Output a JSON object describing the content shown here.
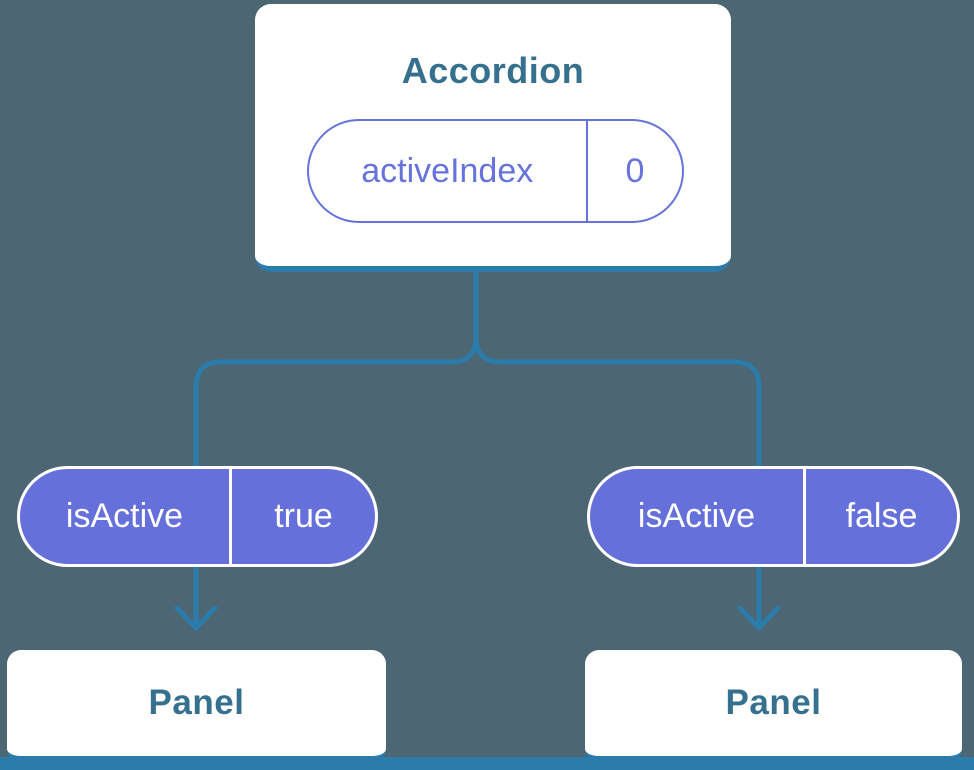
{
  "colors": {
    "background": "#4D6673",
    "connector_blue": "#2B7BAB",
    "node_bg": "#FFFFFF",
    "node_title_text": "#35718F",
    "prop_pill_purple": "#6570DB",
    "state_pill_purple": "#6673DC",
    "prop_pill_text": "#FFFFFF"
  },
  "diagram": {
    "parent": {
      "title": "Accordion",
      "state": {
        "name": "activeIndex",
        "value": "0"
      }
    },
    "props": {
      "left": {
        "name": "isActive",
        "value": "true"
      },
      "right": {
        "name": "isActive",
        "value": "false"
      }
    },
    "children": {
      "left": {
        "title": "Panel"
      },
      "right": {
        "title": "Panel"
      }
    }
  }
}
